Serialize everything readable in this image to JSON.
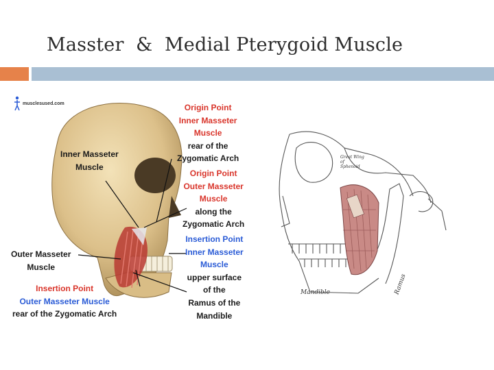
{
  "title": "Masster  &  Medial Pterygoid Muscle",
  "colors": {
    "accent_orange": "#e6824a",
    "accent_blue": "#a9bfd3",
    "label_red": "#d9352b",
    "label_blue": "#2a5bd6"
  },
  "left_figure": {
    "logo": "musclesused.com",
    "inner_masseter": [
      "Inner Masseter",
      "Muscle"
    ],
    "outer_masseter": [
      "Outer Masseter",
      "Muscle"
    ],
    "insertion_outer": {
      "heading": "Insertion Point",
      "name": "Outer Masseter Muscle",
      "desc": "rear of the Zygomatic Arch"
    },
    "origin_inner": {
      "heading": "Origin Point",
      "name": [
        "Inner Masseter",
        "Muscle"
      ],
      "desc": [
        "rear of the",
        "Zygomatic Arch"
      ]
    },
    "origin_outer": {
      "heading": "Origin Point",
      "name": [
        "Outer Masseter",
        "Muscle"
      ],
      "desc": [
        "along the",
        "Zygomatic Arch"
      ]
    },
    "insertion_inner": {
      "heading": "Insertion Point",
      "name": [
        "Inner Masseter",
        "Muscle"
      ],
      "desc": [
        "upper surface",
        "of the",
        "Ramus of the",
        "Mandible"
      ]
    }
  },
  "right_figure": {
    "mandible_label": "Mandible",
    "ramus_label": "Ramus",
    "sphenoid_label": "Great Wing of Sphenoid"
  }
}
